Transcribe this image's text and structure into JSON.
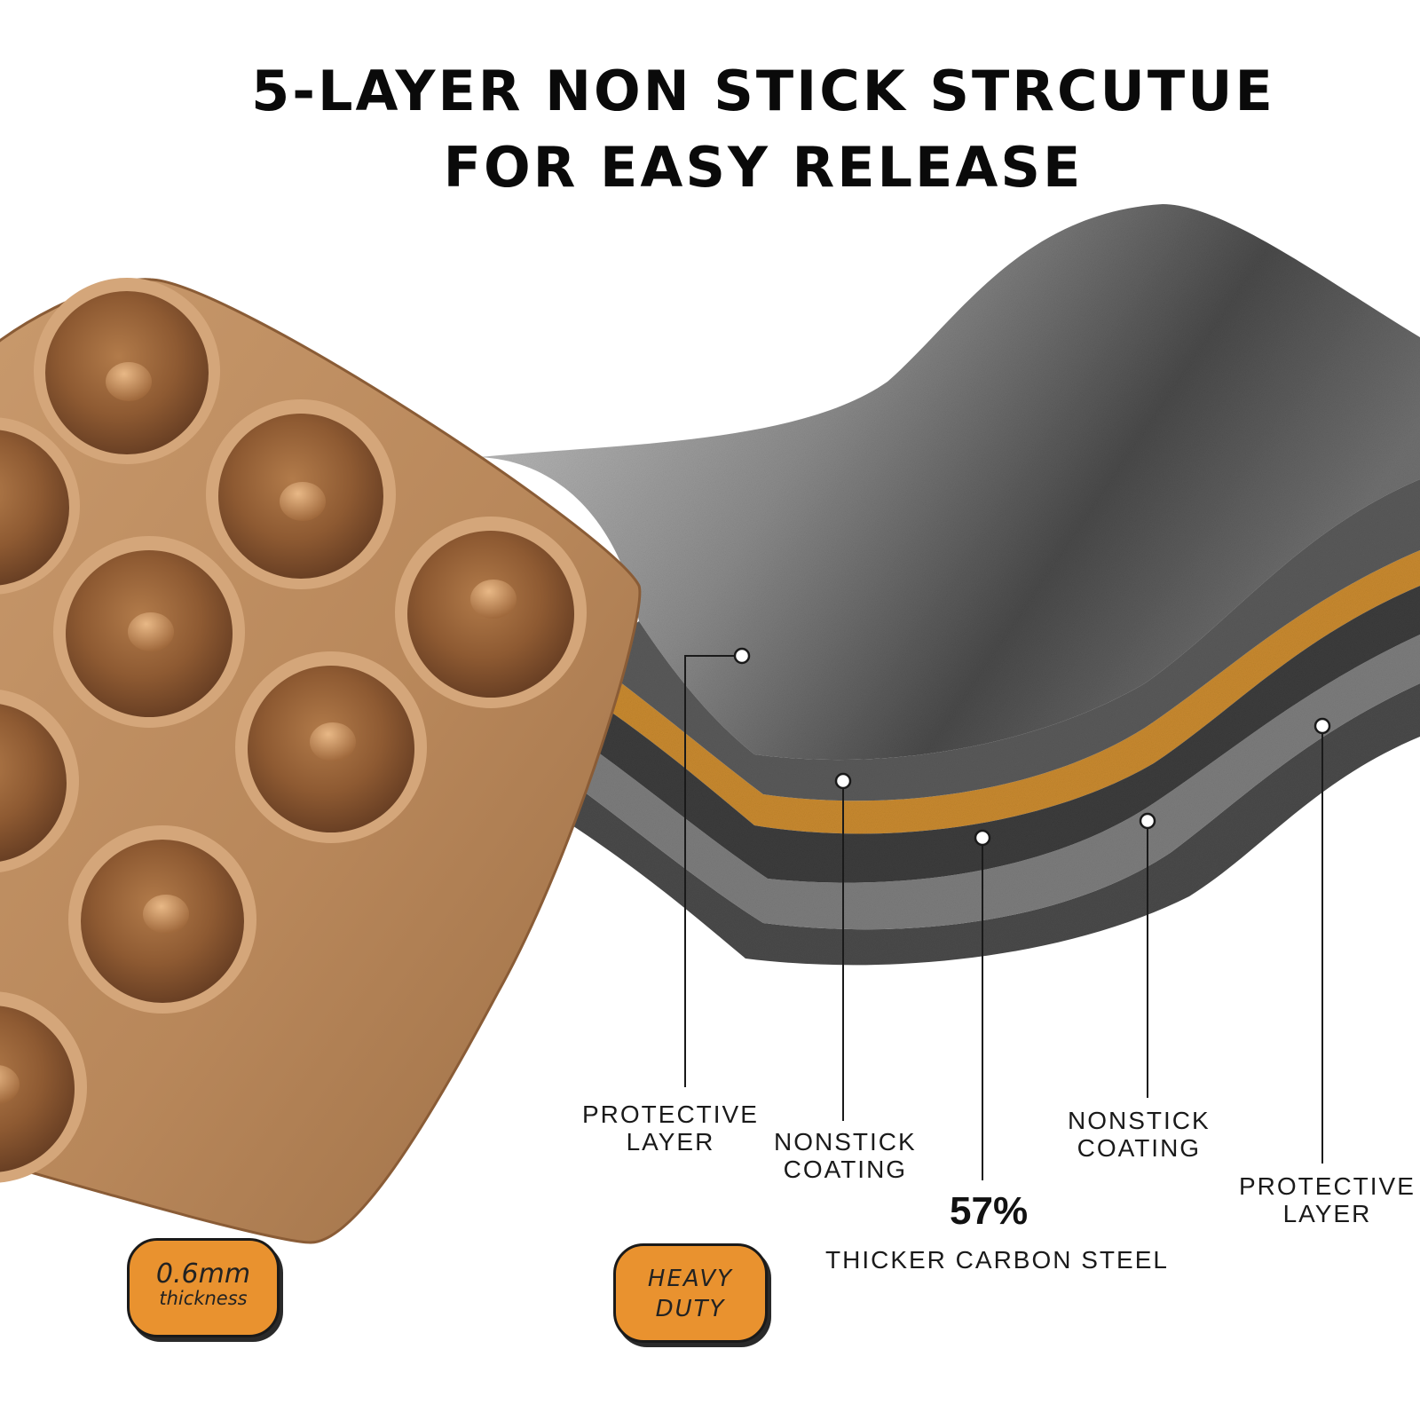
{
  "headline": {
    "line1": "5-LAYER NON STICK STRCUTUE",
    "line2": "FOR EASY RELEASE"
  },
  "layers": [
    {
      "line1": "PROTECTIVE",
      "line2": "LAYER"
    },
    {
      "line1": "NONSTICK",
      "line2": "COATING"
    },
    {
      "line1": "NONSTICK",
      "line2": "COATING"
    },
    {
      "line1": "PROTECTIVE",
      "line2": "LAYER"
    }
  ],
  "carbon_steel": {
    "percent": "57%",
    "label": "THICKER CARBON STEEL"
  },
  "badges": {
    "thickness": {
      "value": "0.6mm",
      "label": "thickness"
    },
    "duty": {
      "line1": "HEAVY",
      "line2": "DUTY"
    }
  },
  "colors": {
    "pan_gold": "#b7895e",
    "badge_orange": "#e9922f",
    "steel_layer": "#c98a2f",
    "coating_dark": "#3f3f3f",
    "coating_light": "#8c8c8c"
  }
}
